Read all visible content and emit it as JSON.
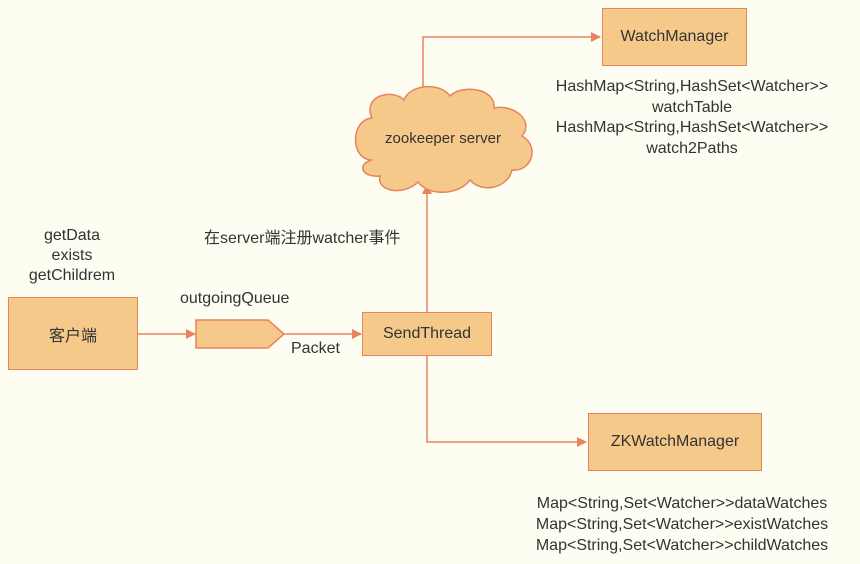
{
  "nodes": {
    "client": "客户端",
    "send_thread": "SendThread",
    "watch_manager": "WatchManager",
    "zk_watch_manager": "ZKWatchManager",
    "zookeeper_server": "zookeeper server"
  },
  "labels": {
    "client_methods": [
      "getData",
      "exists",
      "getChildrem"
    ],
    "outgoing_queue": "outgoingQueue",
    "packet": "Packet",
    "register_watcher": "在server端注册watcher事件",
    "watch_manager_fields": [
      "HashMap<String,HashSet<Watcher>>",
      "watchTable",
      "HashMap<String,HashSet<Watcher>>",
      "watch2Paths"
    ],
    "zk_watch_manager_fields": [
      "Map<String,Set<Watcher>>dataWatches",
      "Map<String,Set<Watcher>>existWatches",
      "Map<String,Set<Watcher>>childWatches"
    ]
  },
  "colors": {
    "node_fill": "#f5c98a",
    "node_stroke": "#e7835f",
    "arrow": "#e7835f",
    "text": "#333333",
    "background": "#fdfdf2"
  }
}
